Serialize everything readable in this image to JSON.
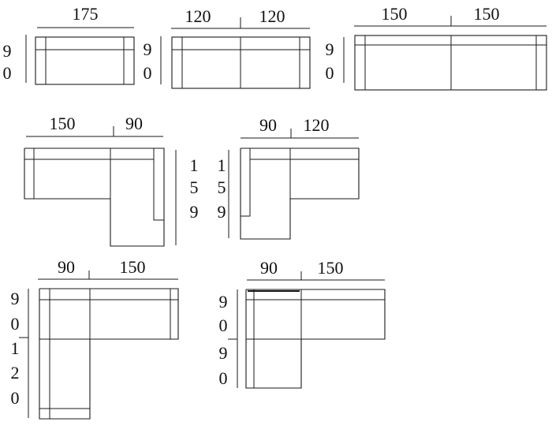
{
  "colors": {
    "line": "#1a1a1a",
    "text": "#111111",
    "background": "#ffffff"
  },
  "modules": [
    {
      "id": "sofa-175",
      "widths": [
        "175"
      ],
      "depth": [
        "9",
        "0"
      ]
    },
    {
      "id": "sofa-240",
      "widths": [
        "120",
        "120"
      ],
      "depth": [
        "9",
        "0"
      ]
    },
    {
      "id": "sofa-300",
      "widths": [
        "150",
        "150"
      ],
      "depth": [
        "9",
        "0"
      ]
    },
    {
      "id": "corner-left-chaise",
      "widths": [
        "150",
        "90"
      ],
      "depth": [
        "1",
        "5",
        "9"
      ]
    },
    {
      "id": "corner-right-chaise",
      "widths": [
        "90",
        "120"
      ],
      "depth": [
        "1",
        "5",
        "9"
      ]
    },
    {
      "id": "corner-long-left",
      "widths": [
        "90",
        "150"
      ],
      "depth_top": [
        "9",
        "0"
      ],
      "depth_bottom": [
        "1",
        "2",
        "0"
      ]
    },
    {
      "id": "corner-short-left",
      "widths": [
        "90",
        "150"
      ],
      "depth_top": [
        "9",
        "0"
      ],
      "depth_bottom": [
        "9",
        "0"
      ]
    }
  ]
}
